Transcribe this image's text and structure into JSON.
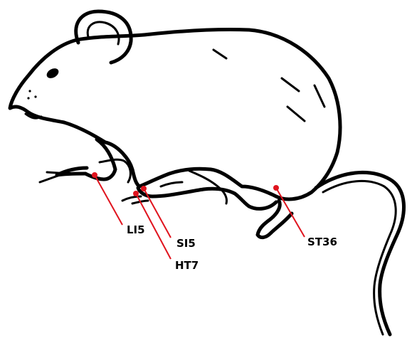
{
  "diagram": {
    "subject": "rat",
    "marker_color": "#e0141e",
    "line_color": "#000000",
    "acupoints": [
      {
        "id": "li5",
        "label": "LI5"
      },
      {
        "id": "si5",
        "label": "SI5"
      },
      {
        "id": "ht7",
        "label": "HT7"
      },
      {
        "id": "st36",
        "label": "ST36"
      }
    ]
  }
}
